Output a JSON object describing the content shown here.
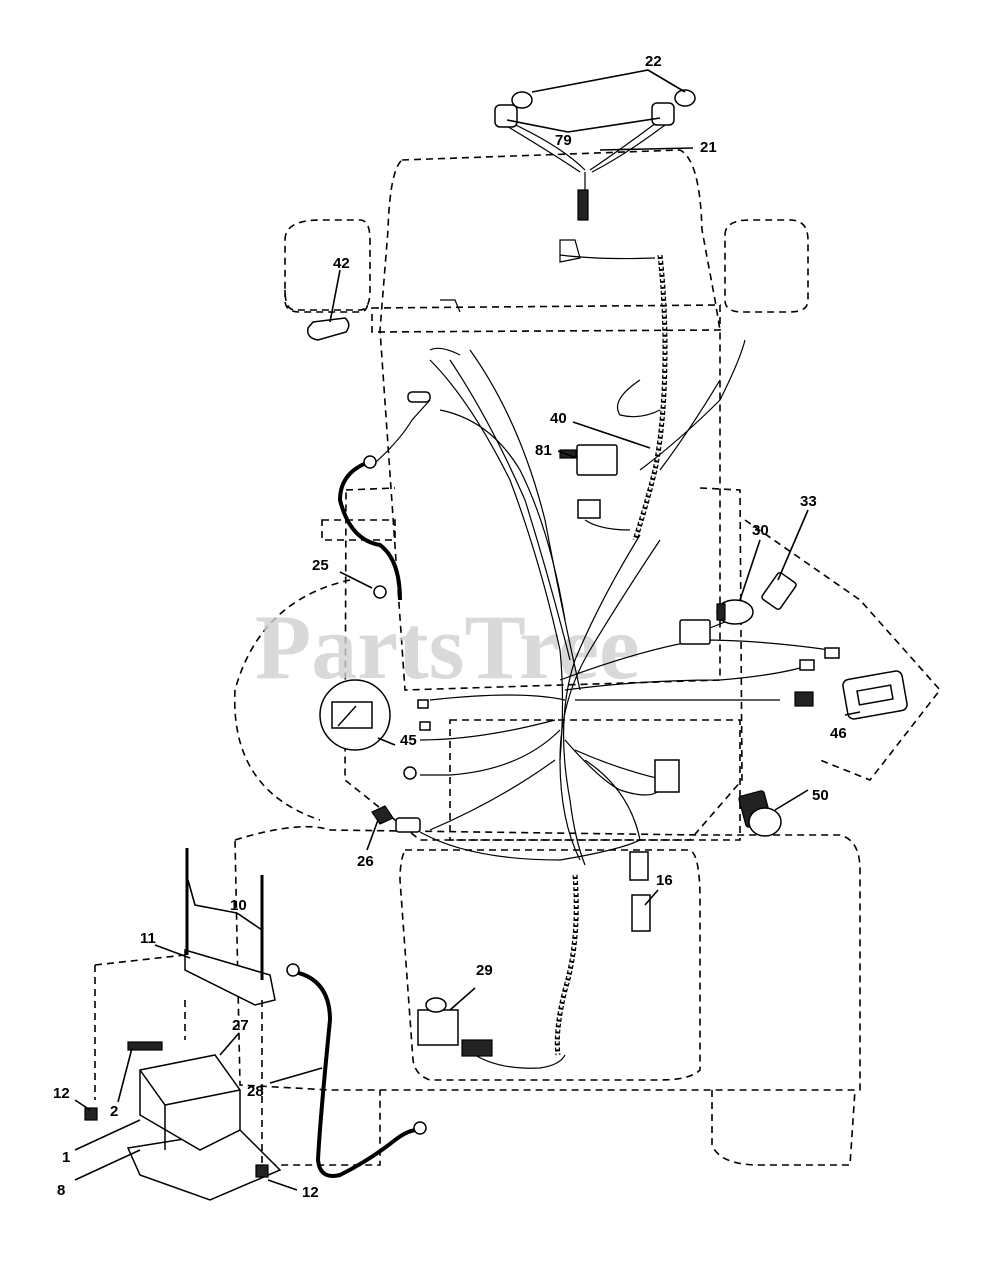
{
  "watermark": "PartsTree",
  "callouts": [
    "22",
    "79",
    "21",
    "42",
    "40",
    "81",
    "33",
    "30",
    "25",
    "45",
    "46",
    "50",
    "26",
    "16",
    "10",
    "11",
    "29",
    "27",
    "12",
    "2",
    "28",
    "1",
    "8",
    "12"
  ]
}
